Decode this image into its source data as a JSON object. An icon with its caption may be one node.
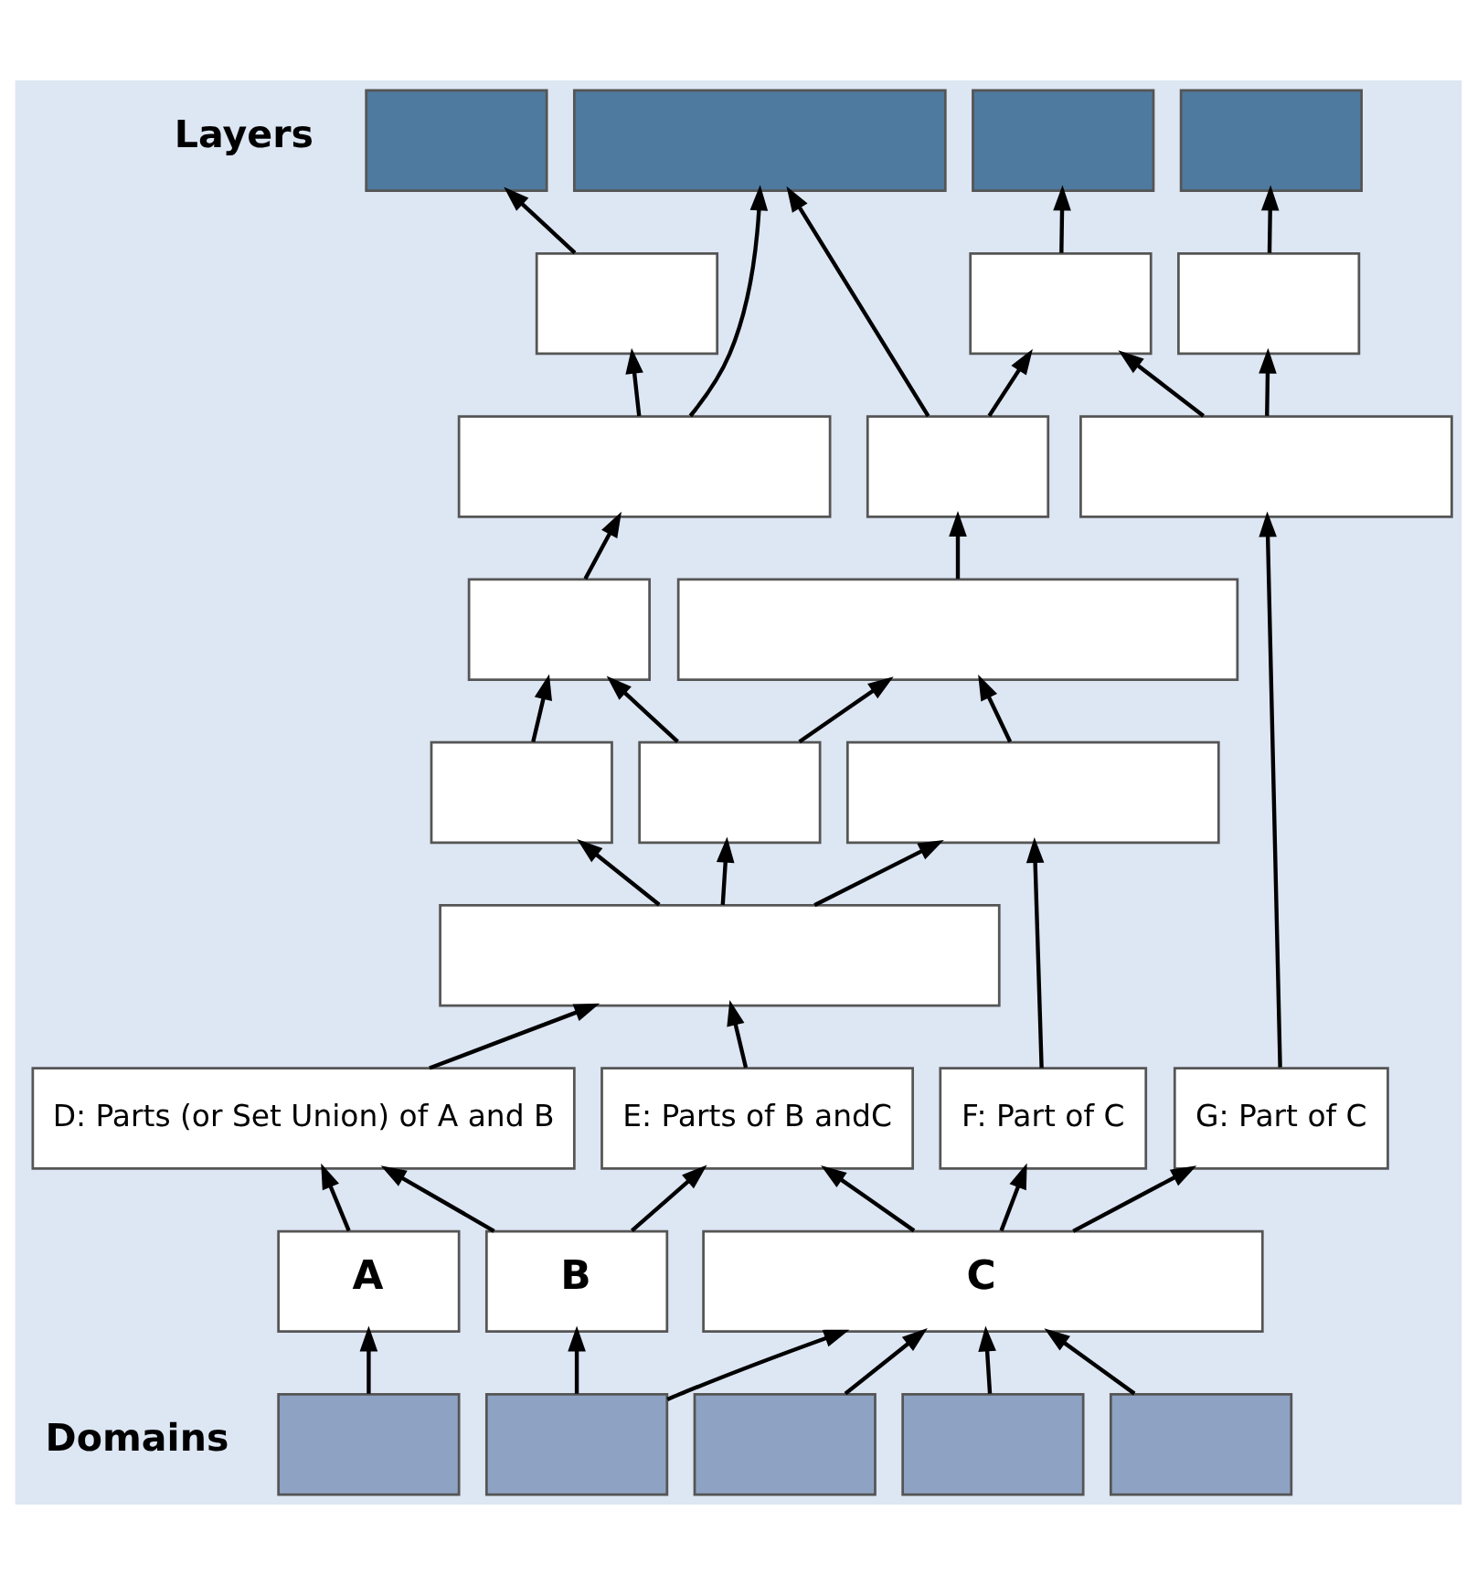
{
  "diagram": {
    "nodes": [
      {
        "text": [],
        "shape": "box"
      },
      {
        "text": [],
        "shape": "box"
      },
      {
        "text": [],
        "shape": "box"
      },
      {
        "text": [],
        "shape": "box"
      },
      {
        "text": [],
        "shape": "box"
      },
      {
        "text": [],
        "shape": "box"
      },
      {
        "text": [],
        "shape": "box"
      },
      {
        "text": [],
        "shape": "box"
      },
      {
        "text": [],
        "shape": "box"
      },
      {
        "text": [],
        "shape": "box"
      },
      {
        "text": [],
        "shape": "box"
      },
      {
        "text": [],
        "shape": "box"
      },
      {
        "text": [],
        "shape": "box"
      },
      {
        "text": [],
        "shape": "box"
      },
      {
        "text": [],
        "shape": "box"
      },
      {
        "text": [],
        "shape": "box"
      },
      {
        "text": [
          "D: Parts (or Set Union) of A and B"
        ]
      },
      {
        "text": [
          "E: Parts of B andC"
        ]
      },
      {
        "text": [
          "F: Part of C"
        ]
      },
      {
        "text": [
          "G: Part of C"
        ]
      },
      {
        "text": [
          "A"
        ]
      },
      {
        "text": [
          "B"
        ]
      },
      {
        "text": [
          "C"
        ]
      },
      {
        "text": [],
        "shape": "box"
      },
      {
        "text": [],
        "shape": "box"
      },
      {
        "text": [],
        "shape": "box"
      },
      {
        "text": [],
        "shape": "box"
      },
      {
        "text": [],
        "shape": "box"
      }
    ],
    "edges": [
      {
        "from": 23,
        "to": 20,
        "arrow": "to"
      },
      {
        "from": 24,
        "to": 21,
        "arrow": "to"
      },
      {
        "from": 24,
        "to": 22,
        "arrow": "to"
      },
      {
        "from": 25,
        "to": 22,
        "arrow": "to"
      },
      {
        "from": 26,
        "to": 22,
        "arrow": "to"
      },
      {
        "from": 27,
        "to": 22,
        "arrow": "to"
      },
      {
        "from": 20,
        "to": 16,
        "arrow": "to"
      },
      {
        "from": 21,
        "to": 16,
        "arrow": "to"
      },
      {
        "from": 21,
        "to": 17,
        "arrow": "to"
      },
      {
        "from": 22,
        "to": 17,
        "arrow": "to"
      },
      {
        "from": 22,
        "to": 18,
        "arrow": "to"
      },
      {
        "from": 22,
        "to": 19,
        "arrow": "to"
      },
      {
        "from": 16,
        "to": 15,
        "arrow": "to"
      },
      {
        "from": 17,
        "to": 15,
        "arrow": "to"
      },
      {
        "from": 18,
        "to": 14,
        "arrow": "to"
      },
      {
        "from": 19,
        "to": 9,
        "arrow": "to"
      },
      {
        "from": 15,
        "to": 12,
        "arrow": "to"
      },
      {
        "from": 15,
        "to": 13,
        "arrow": "to"
      },
      {
        "from": 15,
        "to": 14,
        "arrow": "to"
      },
      {
        "from": 12,
        "to": 10,
        "arrow": "to"
      },
      {
        "from": 13,
        "to": 10,
        "arrow": "to"
      },
      {
        "from": 13,
        "to": 11,
        "arrow": "to"
      },
      {
        "from": 14,
        "to": 11,
        "arrow": "to"
      },
      {
        "from": 10,
        "to": 7,
        "arrow": "to"
      },
      {
        "from": 11,
        "to": 8,
        "arrow": "to"
      },
      {
        "from": 7,
        "to": 4,
        "arrow": "to"
      },
      {
        "from": 7,
        "to": 1,
        "arrow": "to"
      },
      {
        "from": 8,
        "to": 1,
        "arrow": "to"
      },
      {
        "from": 8,
        "to": 5,
        "arrow": "to"
      },
      {
        "from": 9,
        "to": 5,
        "arrow": "to"
      },
      {
        "from": 9,
        "to": 6,
        "arrow": "to"
      },
      {
        "from": 4,
        "to": 0,
        "arrow": "to"
      },
      {
        "from": 5,
        "to": 2,
        "arrow": "to"
      },
      {
        "from": 6,
        "to": 3,
        "arrow": "to"
      }
    ],
    "labels": [
      "Layers",
      "Domains"
    ]
  }
}
